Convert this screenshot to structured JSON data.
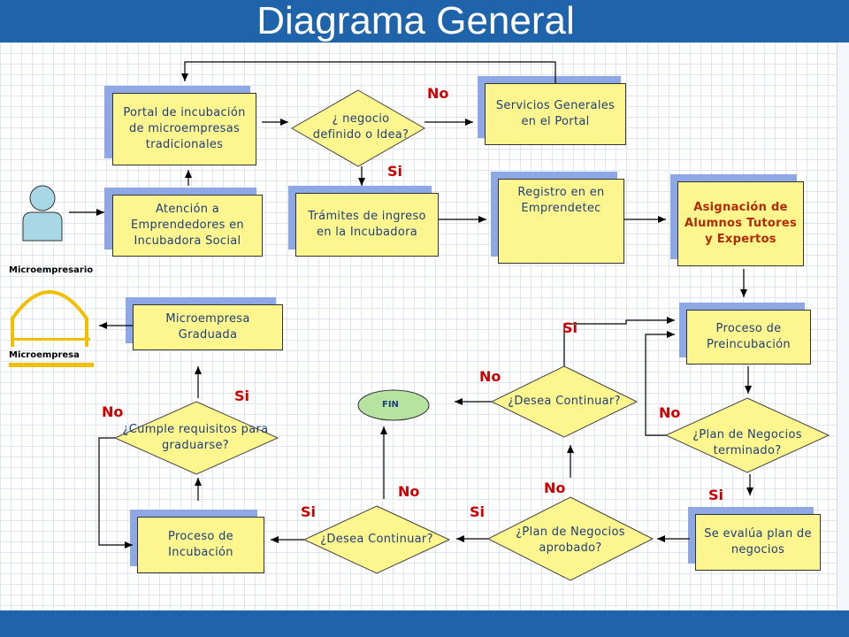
{
  "title": "Diagrama General",
  "actors": {
    "microempresario": "Microempresario",
    "microempresa": "Microempresa"
  },
  "boxes": {
    "portal": "Portal de incubación de microempresas tradicionales",
    "atencion": "Atención a Emprendedores en Incubadora Social",
    "tramites": "Trámites de ingreso en la Incubadora",
    "servicios": "Servicios Generales en el Portal",
    "registro": "Registro en en Emprendetec",
    "asignacion": "Asignación de Alumnos Tutores y Expertos",
    "preincubacion": "Proceso de Preincubación",
    "graduada": "Microempresa Graduada",
    "incubacion": "Proceso de Incubación",
    "evalua": "Se evalúa plan de negocios"
  },
  "decisions": {
    "negocio": "¿ negocio definido o Idea?",
    "desea1": "¿Desea Continuar?",
    "plan_terminado": "¿Plan de Negocios terminado?",
    "cumple": "¿Cumple requisitos para graduarse?",
    "plan_aprobado": "¿Plan de Negocios aprobado?",
    "desea2": "¿Desea Continuar?"
  },
  "terminal": {
    "fin": "FIN"
  },
  "labels": {
    "no_servicios": "No",
    "si_tramites": "Si",
    "si_pre": "Si",
    "no_desea1": "No",
    "no_plan_term": "No",
    "si_plan_term": "Si",
    "si_cumple": "Si",
    "no_cumple": "No",
    "no_desea2": "No",
    "si_desea2": "Si",
    "no_aprobado": "No",
    "si_aprobado": "Si"
  },
  "colors": {
    "header": "#1f63aa",
    "box_fill": "#fdf58e",
    "box_shadow": "#8ea8e6",
    "decision_fill": "#fdf58e",
    "terminal_fill": "#b7e3a0",
    "label": "#cc0000",
    "text": "#1f3f7a"
  }
}
